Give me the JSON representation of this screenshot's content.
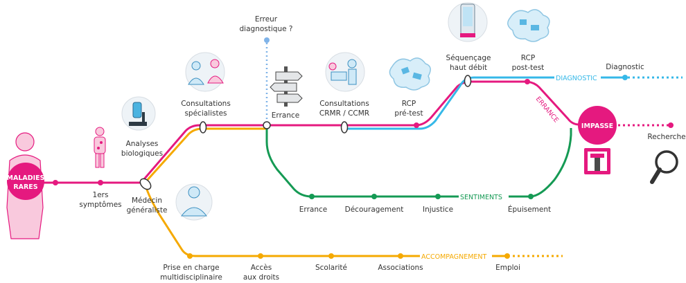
{
  "title_badge": {
    "line1": "MALADIES",
    "line2": "RARES"
  },
  "impasse_label": "IMPASSE",
  "colors": {
    "main": "#e5197f",
    "blue": "#35b8e8",
    "green": "#159a54",
    "orange": "#f5a900",
    "dotted_blue": "#7fb3e8"
  },
  "labels": {
    "symptomes_1": "1ers",
    "symptomes_2": "symptômes",
    "medecin_1": "Médecin",
    "medecin_2": "généraliste",
    "analyses_1": "Analyses",
    "analyses_2": "biologiques",
    "consult_1": "Consultations",
    "consult_2": "spécialistes",
    "erreur_1": "Erreur",
    "erreur_2": "diagnostique ?",
    "errance_sign": "Errance",
    "ccmr_1": "Consultations",
    "ccmr_2": "CRMR / CCMR",
    "rcp_pre_1": "RCP",
    "rcp_pre_2": "pré-test",
    "seq_1": "Séquençage",
    "seq_2": "haut débit",
    "rcp_post_1": "RCP",
    "rcp_post_2": "post-test",
    "diagnostic": "Diagnostic",
    "recherche": "Recherche",
    "errance_green": "Errance",
    "decouragement": "Découragement",
    "injustice": "Injustice",
    "epuisement": "Épuisement",
    "prise_1": "Prise en charge",
    "prise_2": "multidisciplinaire",
    "acces_1": "Accès",
    "acces_2": "aux droits",
    "scolarite": "Scolarité",
    "associations": "Associations",
    "emploi": "Emploi"
  },
  "line_labels": {
    "diagnostic": "DIAGNOSTIC",
    "errance": "ERRANCE",
    "sentiments": "SENTIMENTS",
    "accompagnement": "ACCOMPAGNEMENT"
  },
  "icons": [
    "person-icon",
    "doctor-icon",
    "microscope-icon",
    "consultation-icon",
    "signpost-icon",
    "hospital-icon",
    "puzzle-icon",
    "sequencer-icon",
    "puzzle-post-icon",
    "dead-end-sign-icon",
    "magnifier-icon"
  ]
}
